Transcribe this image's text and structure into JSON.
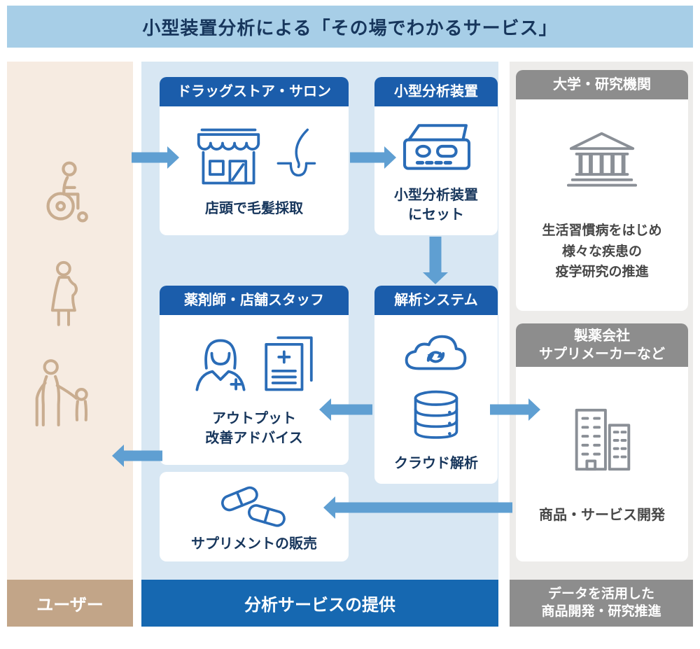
{
  "colors": {
    "banner-bg": "#a7cee7",
    "navy": "#17365c",
    "header-blue": "#1b5dab",
    "mid-bg": "#d8e7f3",
    "left-bg": "#f6ebe1",
    "tan": "#c2a588",
    "right-bg": "#edecea",
    "gray-header": "#8d8d8d",
    "footer-blue": "#1668b1",
    "arrow": "#5f9fd2",
    "icon-blue": "#2a6cb7",
    "icon-tan": "#c9ad90",
    "icon-gray": "#8a8f96",
    "text-gray": "#474747"
  },
  "title": "小型装置分析による「その場でわかるサービス」",
  "user_lane": {
    "footer": "ユーザー",
    "icons": [
      "wheelchair-user-icon",
      "pregnant-woman-icon",
      "elderly-with-child-icon"
    ]
  },
  "service_lane": {
    "footer": "分析サービスの提供",
    "drugstore_card": {
      "header": "ドラッグストア・サロン",
      "caption": "店頭で毛髪採取",
      "icons": [
        "storefront-icon",
        "hair-follicle-icon"
      ]
    },
    "device_card": {
      "header": "小型分析装置",
      "caption": "小型分析装置\nにセット",
      "icons": [
        "analyzer-device-icon"
      ]
    },
    "staff_card": {
      "header": "薬剤師・店舗スタッフ",
      "caption": "アウトプット\n改善アドバイス",
      "icons": [
        "pharmacist-icon",
        "report-documents-icon"
      ]
    },
    "analysis_card": {
      "header": "解析システム",
      "caption": "クラウド解析",
      "icons": [
        "cloud-sync-icon",
        "database-icon"
      ]
    },
    "supplement_card": {
      "caption": "サプリメントの販売",
      "icons": [
        "capsules-icon"
      ]
    }
  },
  "partner_lane": {
    "footer": "データを活用した\n商品開発・研究推進",
    "university_card": {
      "header": "大学・研究機関",
      "caption": "生活習慣病をはじめ\n様々な疾患の\n疫学研究の推進",
      "icons": [
        "university-building-icon"
      ]
    },
    "pharma_card": {
      "header": "製薬会社\nサプリメーカーなど",
      "caption": "商品・サービス開発",
      "icons": [
        "office-buildings-icon"
      ]
    }
  }
}
